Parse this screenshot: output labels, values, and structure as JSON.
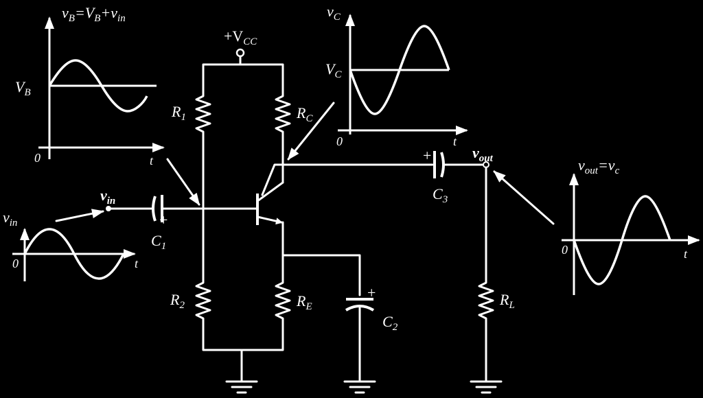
{
  "labels": {
    "vcc_main": "+V",
    "vcc_sub": "CC",
    "r1_main": "R",
    "r1_sub": "1",
    "r2_main": "R",
    "r2_sub": "2",
    "rc_main": "R",
    "rc_sub": "C",
    "re_main": "R",
    "re_sub": "E",
    "rl_main": "R",
    "rl_sub": "L",
    "c1_main": "C",
    "c1_sub": "1",
    "c2_main": "C",
    "c2_sub": "2",
    "c3_main": "C",
    "c3_sub": "3",
    "vin_main": "v",
    "vin_sub": "in",
    "vout_main": "v",
    "vout_sub": "out",
    "plus": "+"
  },
  "graphs": {
    "base": {
      "title_v1": "v",
      "title_s1": "B",
      "title_eq": "=V",
      "title_s2": "B",
      "title_plus": "+v",
      "title_s3": "in",
      "level_main": "V",
      "level_sub": "B",
      "zero": "0",
      "t": "t"
    },
    "input": {
      "title_main": "v",
      "title_sub": "in",
      "zero": "0",
      "t": "t"
    },
    "collector": {
      "title_main": "v",
      "title_sub": "C",
      "level_main": "V",
      "level_sub": "C",
      "zero": "0",
      "t": "t"
    },
    "output": {
      "title_v1": "v",
      "title_s1": "out",
      "title_eq": "=v",
      "title_s2": "c",
      "zero": "0",
      "t": "t"
    }
  }
}
